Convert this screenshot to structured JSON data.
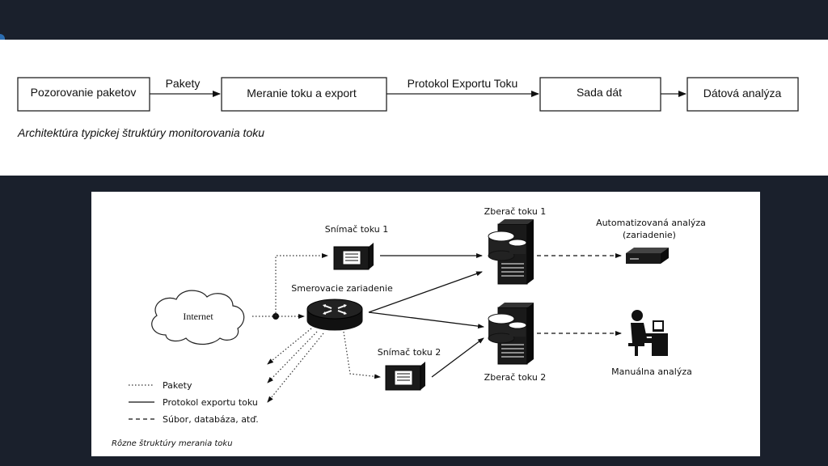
{
  "top_diagram": {
    "boxes": [
      "Pozorovanie paketov",
      "Meranie toku a export",
      "Sada dát",
      "Dátová analýza"
    ],
    "arrow_labels": [
      "Pakety",
      "Protokol Exportu Toku"
    ],
    "caption": "Architektúra typickej štruktúry monitorovania toku"
  },
  "bottom_diagram": {
    "internet": "Internet",
    "router": "Smerovacie zariadenie",
    "probe1": "Snímač toku 1",
    "probe2": "Snímač toku 2",
    "collector1": "Zberač toku 1",
    "collector2": "Zberač toku 2",
    "auto_analysis_line1": "Automatizovaná analýza",
    "auto_analysis_line2": "(zariadenie)",
    "manual_analysis": "Manuálna analýza",
    "legend": {
      "packets": "Pakety",
      "export": "Protokol exportu toku",
      "file": "Súbor, databáza, atď."
    },
    "caption": "Rôzne štruktúry merania toku"
  }
}
